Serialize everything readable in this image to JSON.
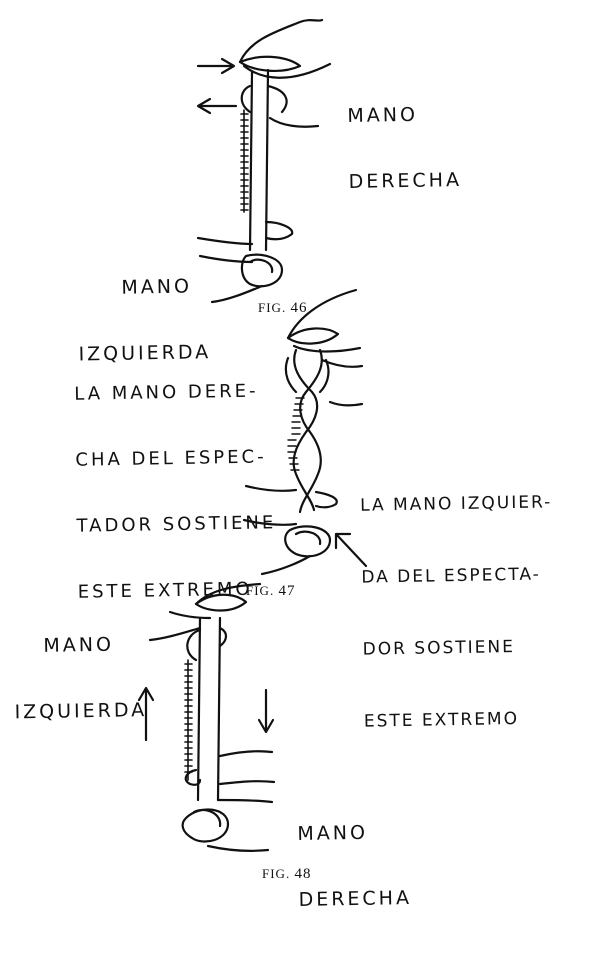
{
  "figures": [
    {
      "caption_prefix": "FIG.",
      "caption_number": "46",
      "labels": {
        "top": [
          "MANO",
          "DERECHA"
        ],
        "bottom": [
          "MANO",
          "IZQUIERDA"
        ]
      }
    },
    {
      "caption_prefix": "FIG.",
      "caption_number": "47",
      "labels": {
        "left": [
          "LA MANO DERE-",
          "CHA DEL ESPEC-",
          "TADOR SOSTIENE",
          "ESTE EXTREMO"
        ],
        "right": [
          "LA MANO IZQUIER-",
          "DA DEL ESPECTA-",
          "DOR SOSTIENE",
          "ESTE EXTREMO"
        ]
      }
    },
    {
      "caption_prefix": "FIG.",
      "caption_number": "48",
      "labels": {
        "top": [
          "MANO",
          "IZQUIERDA"
        ],
        "bottom": [
          "MANO",
          "DERECHA"
        ]
      }
    }
  ]
}
